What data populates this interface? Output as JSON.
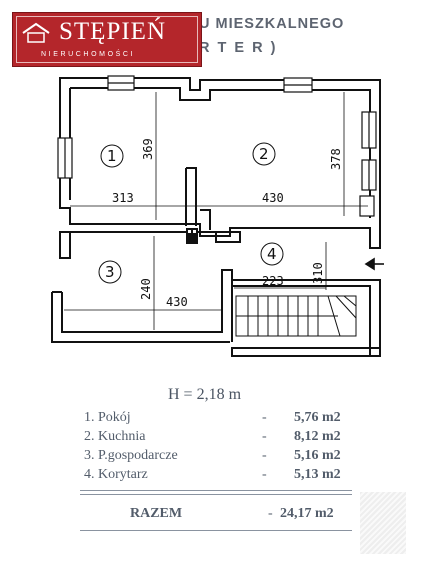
{
  "logo": {
    "name": "STĘPIEŃ",
    "subtitle": "NIERUCHOMOŚCI"
  },
  "header": {
    "line1": "U MIESZKALNEGO",
    "line2": "R T E R )"
  },
  "plan": {
    "dimensions": {
      "d313": "313",
      "d430_top": "430",
      "d369": "369",
      "d378": "378",
      "d240": "240",
      "d430_bottom": "430",
      "d223": "223",
      "d310": "310"
    },
    "rooms": [
      "1",
      "2",
      "3",
      "4"
    ]
  },
  "summary": {
    "height": "H = 2,18 m",
    "rooms": [
      {
        "name": "1. Pokój",
        "dash": "-",
        "area": "5,76 m2"
      },
      {
        "name": "2. Kuchnia",
        "dash": "-",
        "area": "8,12 m2"
      },
      {
        "name": "3. P.gospodarcze",
        "dash": "-",
        "area": "5,16 m2"
      },
      {
        "name": "4. Korytarz",
        "dash": "-",
        "area": "5,13 m2"
      }
    ],
    "total": {
      "label": "RAZEM",
      "dash": "-",
      "area": "24,17 m2"
    }
  }
}
